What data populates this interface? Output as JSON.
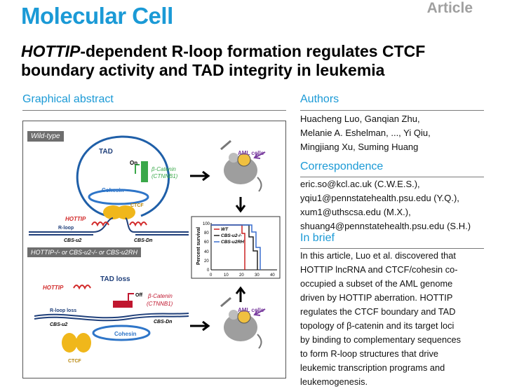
{
  "journal": "Molecular Cell",
  "article_type": "Article",
  "title": {
    "italic_part": "HOTTIP",
    "rest": "-dependent R-loop formation regulates CTCF boundary activity and TAD integrity in leukemia"
  },
  "graphical_abstract": {
    "heading": "Graphical abstract",
    "wildtype_panel": {
      "tag": "Wild-type",
      "tad": "TAD",
      "on": "On",
      "catenin": "β-Catenin",
      "ctnnb1": "(CTNNB1)",
      "cohesin": "Cohesin",
      "ctcf": "CTCF",
      "hottip": "HOTTIP",
      "rloop": "R-loop",
      "cbs_u2": "CBS-u2",
      "cbs_dn": "CBS-Dn",
      "aml_cells": "AML cells"
    },
    "mutant_panel": {
      "tag": "HOTTIP-/- or CBS-u2-/- or CBS-u2RH",
      "tad_loss": "TAD loss",
      "hottip": "HOTTIP",
      "off": "Off",
      "catenin": "β-Catenin",
      "ctnnb1": "(CTNNB1)",
      "rloop_loss": "R-loop loss",
      "cohesin": "Cohesin",
      "ctcf": "CTCF",
      "cbs_u2": "CBS-u2",
      "cbs_dn": "CBS-Dn",
      "aml_cells": "AML cells"
    },
    "survival_plot": {
      "ylabel": "Percent survival",
      "yticks": [
        "100",
        "80",
        "60",
        "40",
        "20",
        "0"
      ],
      "xticks": [
        "0",
        "10",
        "20",
        "30",
        "40"
      ],
      "legend": [
        "WT",
        "CBS-u2-/-",
        "CBS-u2RH"
      ],
      "colors": [
        "#cc2222",
        "#222222",
        "#3a6fcf"
      ]
    }
  },
  "authors": {
    "heading": "Authors",
    "lines": [
      "Huacheng Luo, Ganqian Zhu,",
      "Melanie A. Eshelman, ..., Yi Qiu,",
      "Mingjiang Xu, Suming Huang"
    ]
  },
  "correspondence": {
    "heading": "Correspondence",
    "lines": [
      "eric.so@kcl.ac.uk (C.W.E.S.),",
      "yqiu1@pennstatehealth.psu.edu (Y.Q.),",
      "xum1@uthscsa.edu (M.X.),",
      "shuang4@pennstatehealth.psu.edu (S.H.)"
    ]
  },
  "in_brief": {
    "heading": "In brief",
    "lines": [
      "In this article, Luo et al. discovered that",
      "HOTTIP lncRNA and CTCF/cohesin co-",
      "occupied a subset of the AML genome",
      "driven by HOTTIP aberration. HOTTIP",
      "regulates the CTCF boundary and TAD",
      "topology of β-catenin and its target loci",
      "by binding to complementary sequences",
      "to form R-loop structures that drive",
      "leukemic transcription programs and",
      "leukemogenesis."
    ]
  }
}
